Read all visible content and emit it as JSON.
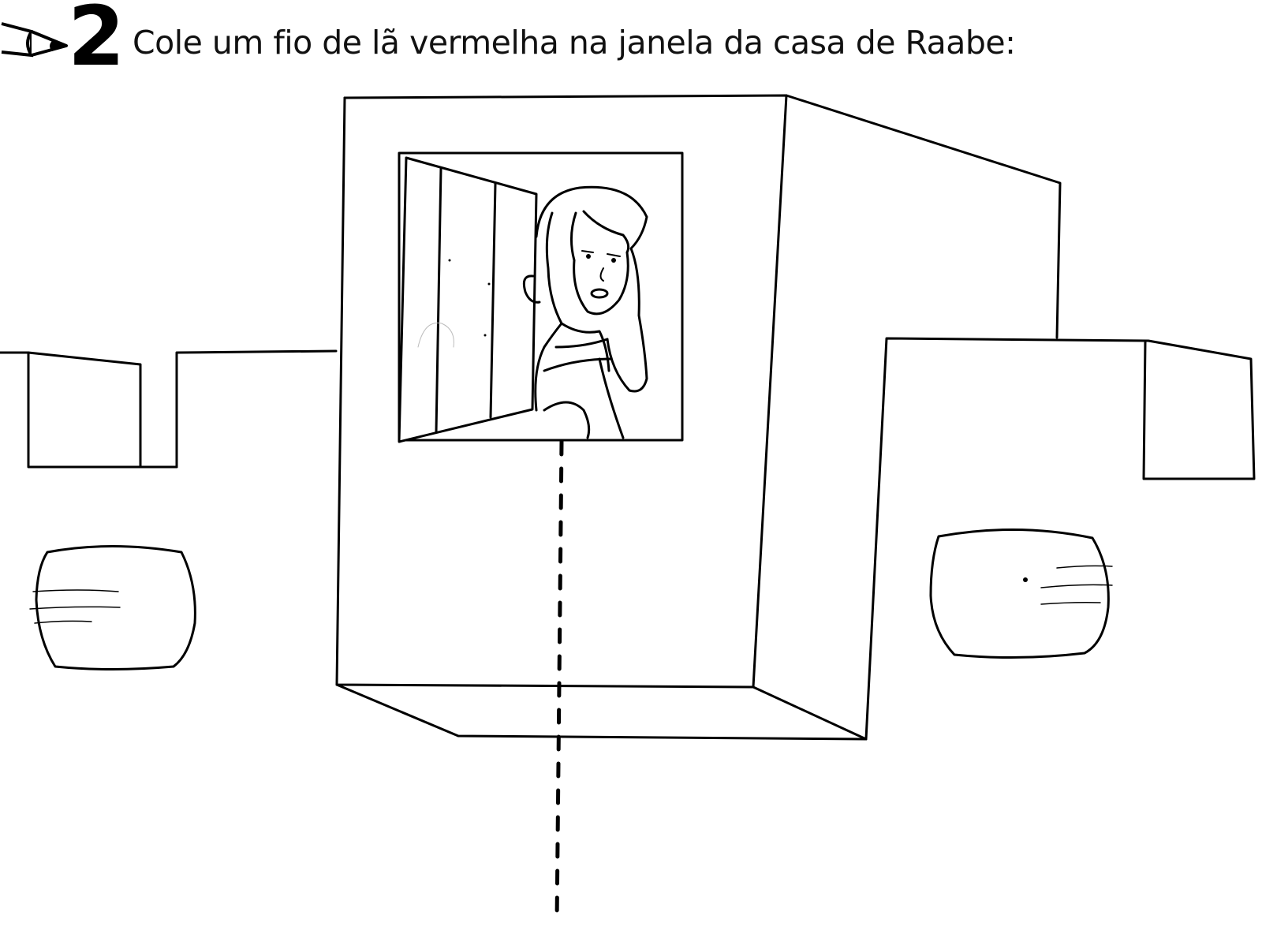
{
  "worksheet": {
    "exercise_number": "2",
    "instruction": "Cole um fio de lã vermelha na janela da casa de Raabe:",
    "icon": "pencil-icon"
  },
  "illustration": {
    "subject": "house-with-window",
    "figure": "raabe-woman-in-window",
    "dashed_guide": "yarn-placement-guide"
  }
}
